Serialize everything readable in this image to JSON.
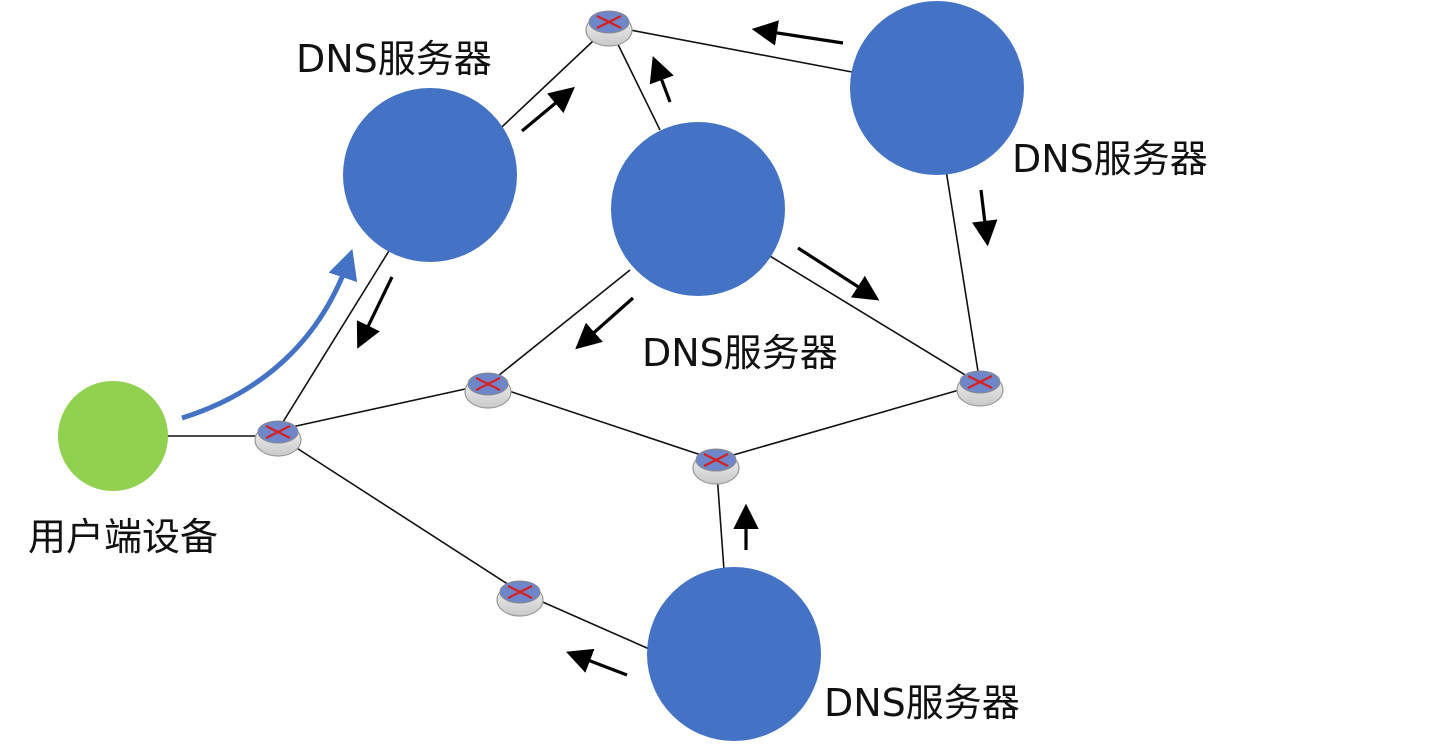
{
  "labels": {
    "dns_top_left": "DNS服务器",
    "dns_top_right": "DNS服务器",
    "dns_center": "DNS服务器",
    "dns_bottom": "DNS服务器",
    "user_device": "用户端设备"
  },
  "colors": {
    "dns_server": "#4472c4",
    "user_device": "#92d050",
    "request_arrow": "#4472c4",
    "link": "#111111",
    "router_top": "#6f86c9",
    "router_arrow": "#d62020"
  },
  "icons": {
    "router": "router-icon"
  }
}
